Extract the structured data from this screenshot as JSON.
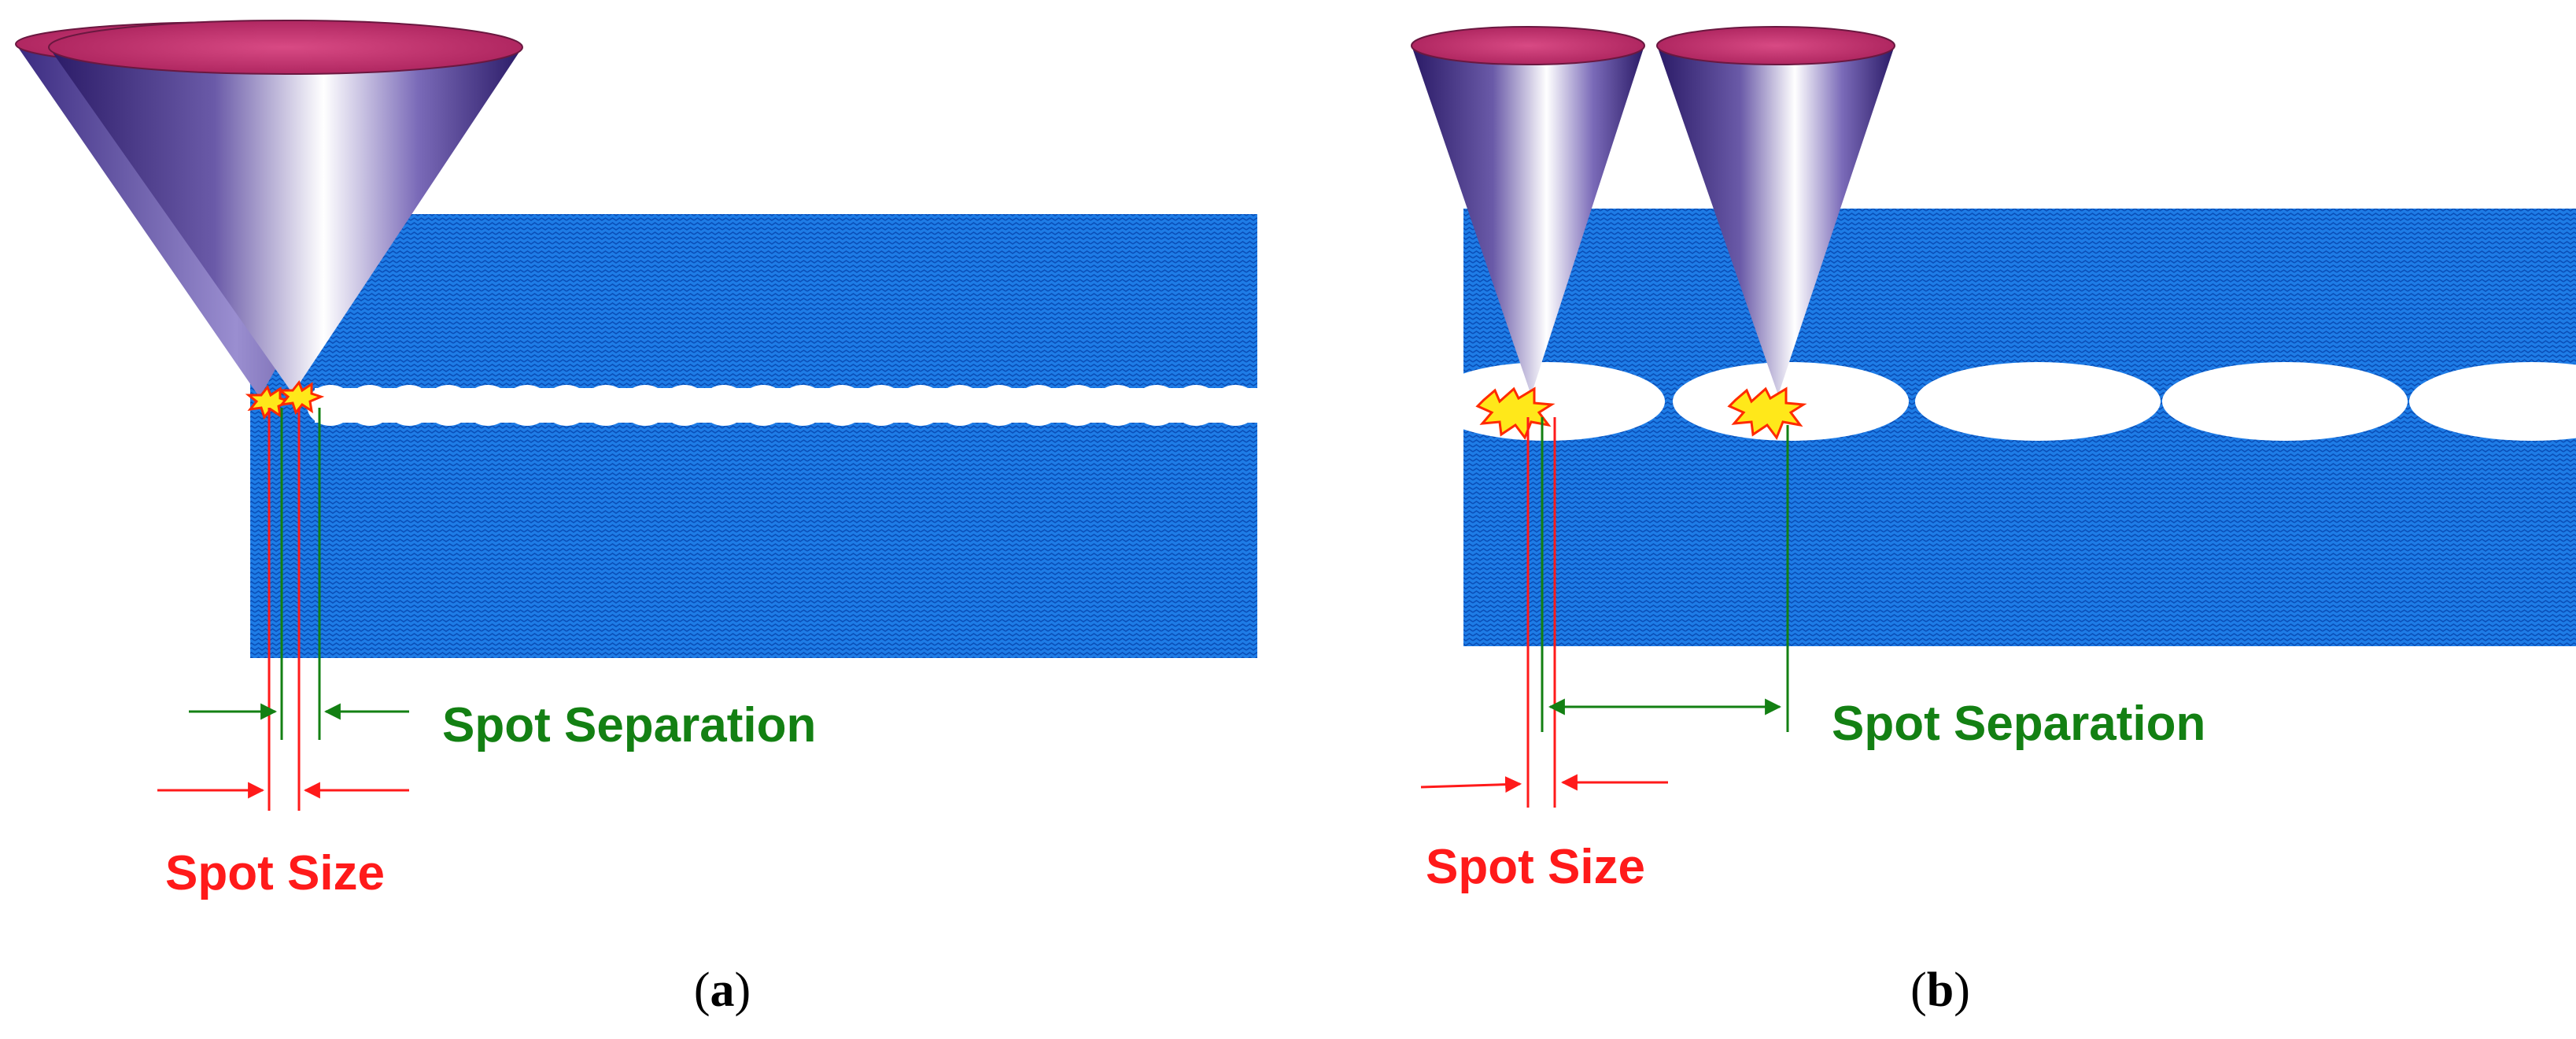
{
  "panels": [
    {
      "id": "a",
      "caption_open": "(",
      "caption_letter": "a",
      "caption_close": ")",
      "separation_label": "Spot Separation",
      "size_label": "Spot Size"
    },
    {
      "id": "b",
      "caption_open": "(",
      "caption_letter": "b",
      "caption_close": ")",
      "separation_label": "Spot Separation",
      "size_label": "Spot Size"
    }
  ],
  "colors": {
    "substrate": "#1e7ce6",
    "substrate_wave": "#0a4fb8",
    "cone_dark": "#2a1a66",
    "cone_light": "#ffffff",
    "cone_top": "#c8346e",
    "spot_fill": "#ffe81a",
    "spot_stroke": "#ff2a00",
    "separation_color": "#138013",
    "size_color": "#ff1a1a"
  }
}
